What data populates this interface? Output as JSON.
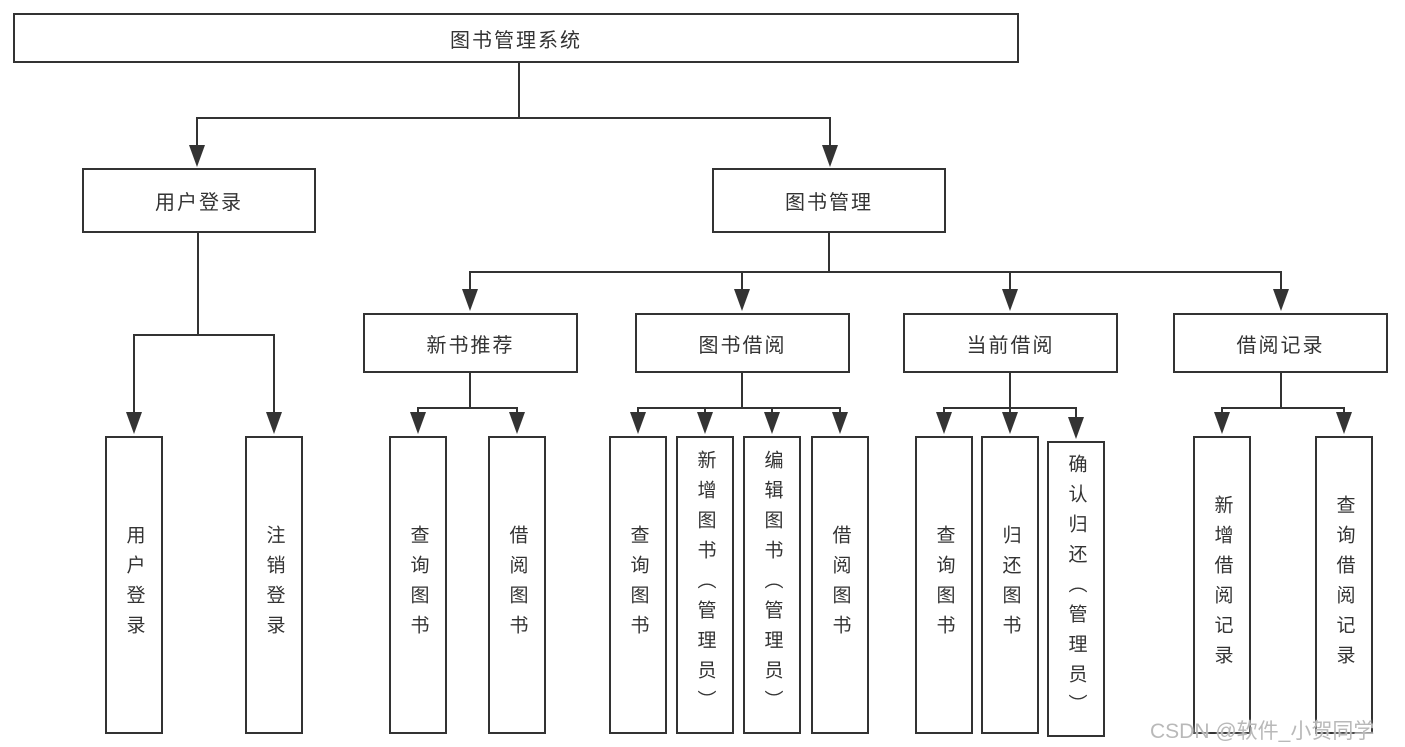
{
  "tree": {
    "root": {
      "label": "图书管理系统"
    },
    "children": [
      {
        "label": "用户登录",
        "children": [
          {
            "label": "用户登录"
          },
          {
            "label": "注销登录"
          }
        ]
      },
      {
        "label": "图书管理",
        "children": [
          {
            "label": "新书推荐",
            "children": [
              {
                "label": "查询图书"
              },
              {
                "label": "借阅图书"
              }
            ]
          },
          {
            "label": "图书借阅",
            "children": [
              {
                "label": "查询图书"
              },
              {
                "label": "新增图书（管理员）"
              },
              {
                "label": "编辑图书（管理员）"
              },
              {
                "label": "借阅图书"
              }
            ]
          },
          {
            "label": "当前借阅",
            "children": [
              {
                "label": "查询图书"
              },
              {
                "label": "归还图书"
              },
              {
                "label": "确认归还（管理员）"
              }
            ]
          },
          {
            "label": "借阅记录",
            "children": [
              {
                "label": "新增借阅记录"
              },
              {
                "label": "查询借阅记录"
              }
            ]
          }
        ]
      }
    ]
  },
  "watermark": {
    "text": "CSDN @软件_小贺同学"
  },
  "colors": {
    "line": "#333333",
    "box_background": "#ffffff",
    "watermark": "#b9b9b9"
  }
}
